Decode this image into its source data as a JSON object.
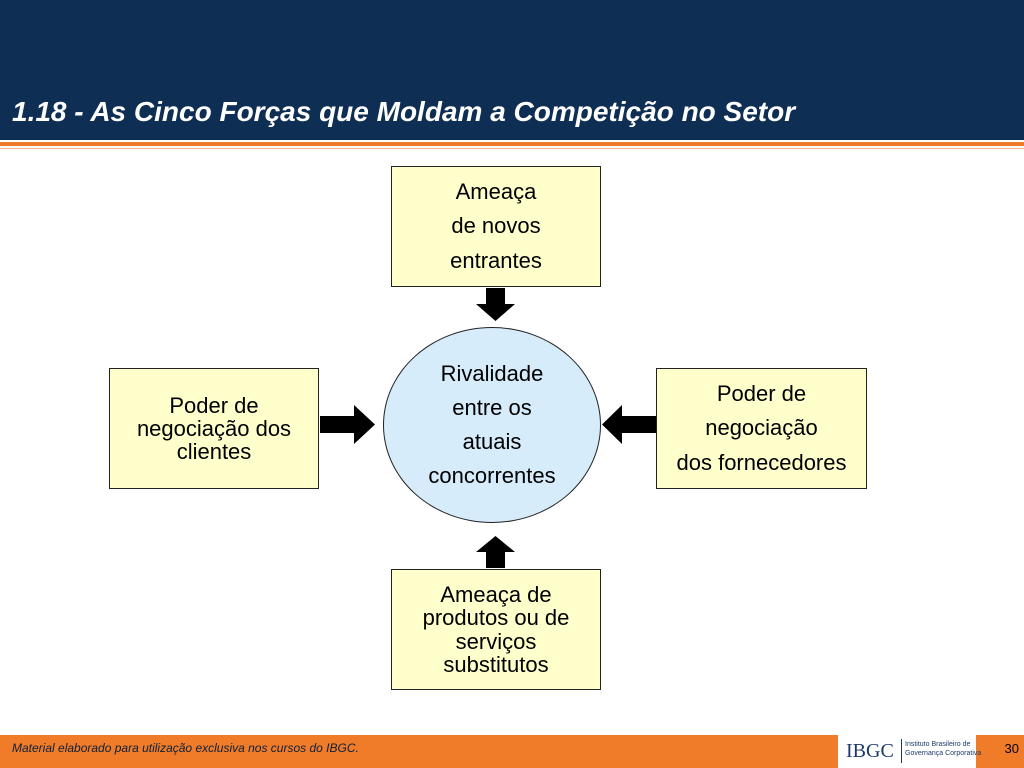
{
  "slide": {
    "title": "1.18 - As Cinco Forças que Moldam a Competição no Setor"
  },
  "diagram": {
    "top": [
      "Ameaça",
      "de novos",
      "entrantes"
    ],
    "left": [
      "Poder de",
      "negociação dos",
      "clientes"
    ],
    "right": [
      "Poder de",
      "negociação",
      "dos fornecedores"
    ],
    "bottom": [
      "Ameaça de",
      "produtos ou de",
      "serviços",
      "substitutos"
    ],
    "center": [
      "Rivalidade",
      "entre os",
      "atuais",
      "concorrentes"
    ]
  },
  "footer": {
    "note": "Material elaborado para utilização exclusiva nos cursos do IBGC.",
    "logo_mark": "IBGC",
    "logo_sub_1": "Instituto Brasileiro de",
    "logo_sub_2": "Governança Corporativa",
    "page_number": "30"
  },
  "colors": {
    "header": "#0e2e53",
    "accent": "#f07c2a",
    "box_fill": "#ffffcc",
    "center_fill": "#d6ecfb"
  }
}
